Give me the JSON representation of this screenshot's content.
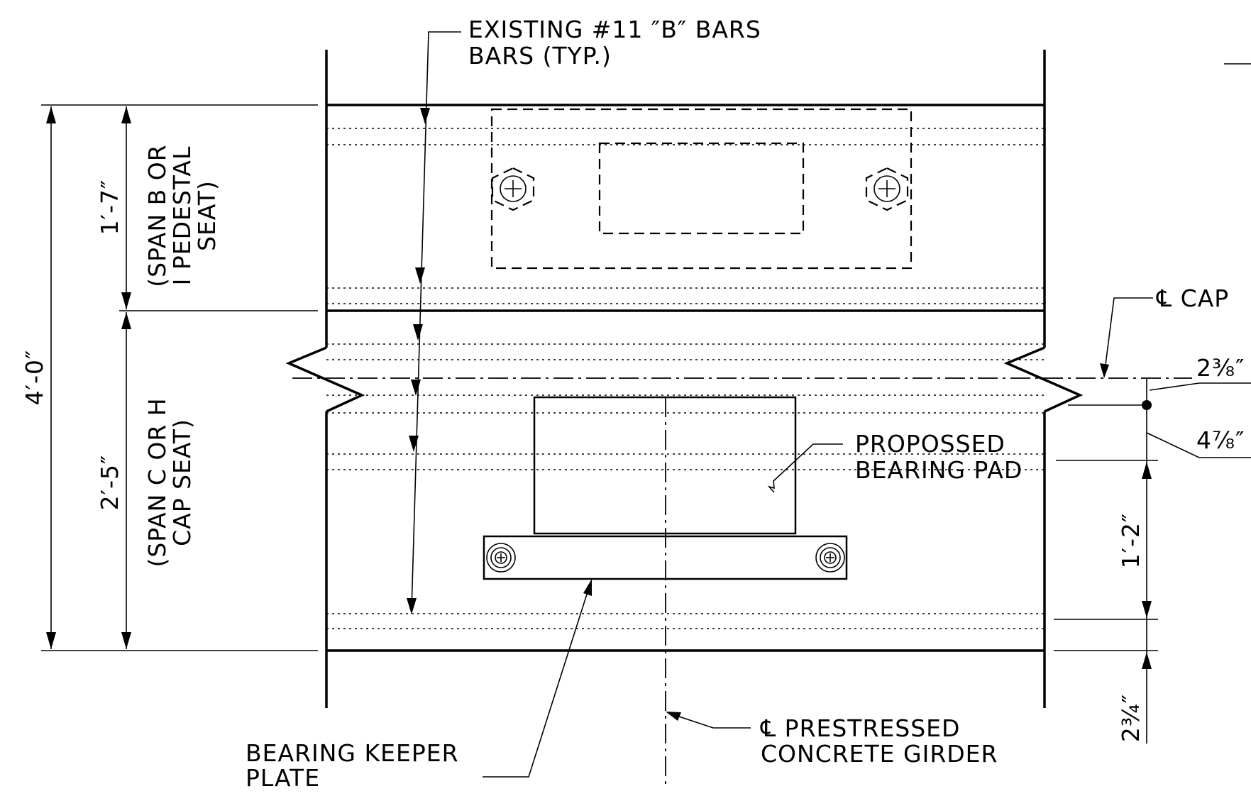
{
  "labels": {
    "existing_bars_line1": "EXISTING #11 ″B″ BARS",
    "existing_bars_line2": "BARS (TYP.)",
    "cl_cap": "℄ CAP",
    "proposed_pad_line1": "PROPOSSED",
    "proposed_pad_line2": "BEARING PAD",
    "keeper_plate_line1": "BEARING KEEPER",
    "keeper_plate_line2": "PLATE",
    "cl_girder_line1": "℄ PRESTRESSED",
    "cl_girder_line2": "CONCRETE GIRDER"
  },
  "dimensions": {
    "overall_height": "4′-0″",
    "upper_seat": "1′-7″",
    "upper_seat_note_line1": "(SPAN B OR",
    "upper_seat_note_line2": "I PEDESTAL",
    "upper_seat_note_line3": "SEAT)",
    "lower_seat": "2′-5″",
    "lower_seat_note_line1": "(SPAN C OR H",
    "lower_seat_note_line2": "CAP SEAT)",
    "cap_offset": "2⅜″",
    "pad_offset": "4⅞″",
    "pad_height": "1′-2″",
    "bottom_offset": "2¾″"
  }
}
